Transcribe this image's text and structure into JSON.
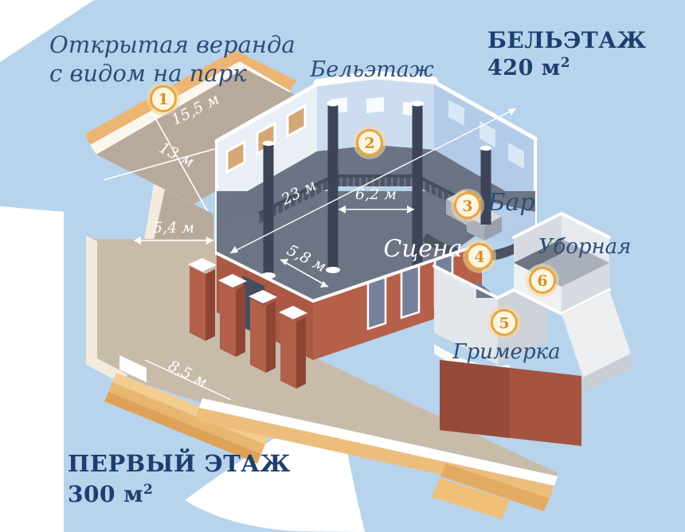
{
  "title_blocks": {
    "mezzanine": {
      "name": "БЕЛЬЭТАЖ",
      "area": "420 м",
      "area_superscript": "2"
    },
    "first_floor": {
      "name": "ПЕРВЫЙ ЭТАЖ",
      "area": "300 м",
      "area_superscript": "2"
    }
  },
  "labels": {
    "veranda_line1": "Открытая веранда",
    "veranda_line2": "с видом на парк",
    "mezzanine_floor": "Бельэтаж",
    "bar": "Бар",
    "stage": "Сцена",
    "restroom": "Уборная",
    "dressing_room": "Гримерка"
  },
  "measurements": {
    "veranda_length": "15,5 м",
    "veranda_width": "13 м",
    "walkway_width": "5,4 м",
    "hall_length": "23 м",
    "column_span": "6,2 м",
    "stage_span": "5,8 м",
    "terrace_width": "8,5 м"
  },
  "markers": [
    {
      "number": "1"
    },
    {
      "number": "2"
    },
    {
      "number": "3"
    },
    {
      "number": "4"
    },
    {
      "number": "5"
    },
    {
      "number": "6"
    }
  ],
  "colors": {
    "background_blue": "#b7d4ec",
    "label_navy": "#2b4d79",
    "header_navy": "#1d3f70",
    "marker_ring_orange": "#e9a53e",
    "marker_number_orange": "#d3912c",
    "brick_red": "#b5604a",
    "step_orange": "#eec27e",
    "stage_grey": "#6d7585",
    "wall_blue": "#cdddf1",
    "veranda_tan": "#b8aa9a"
  }
}
